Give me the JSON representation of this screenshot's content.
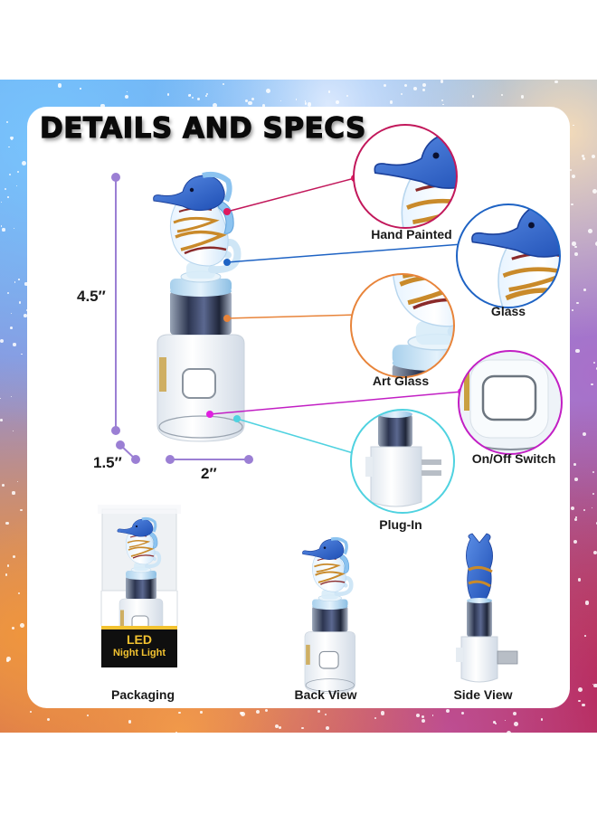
{
  "header": {
    "title": "DETAILS AND SPECS"
  },
  "dimensions": {
    "height": "4.5″",
    "depth": "1.5″",
    "width": "2″",
    "line_color": "#9b7fd4"
  },
  "callouts": [
    {
      "label": "Hand Painted",
      "color": "#c2185b",
      "icon": "seahorse-head-closeup"
    },
    {
      "label": "Glass",
      "color": "#1e63c4",
      "icon": "seahorse-body-closeup"
    },
    {
      "label": "Art Glass",
      "color": "#e8843a",
      "icon": "glass-base-closeup"
    },
    {
      "label": "On/Off Switch",
      "color": "#c21fc4",
      "icon": "switch-closeup"
    },
    {
      "label": "Plug-In",
      "color": "#4fd2e0",
      "icon": "plug-closeup"
    }
  ],
  "views": [
    {
      "label": "Packaging",
      "badge_line1": "LED",
      "badge_line2": "Night Light"
    },
    {
      "label": "Back View"
    },
    {
      "label": "Side View"
    }
  ],
  "colors": {
    "seahorse_blue": "#2f5fc4",
    "seahorse_light": "#8cc3f0",
    "stripe_gold": "#c98a2a",
    "stripe_red": "#8a2a2a",
    "base_white": "#f3f6fa",
    "package_gold": "#f2c230"
  }
}
